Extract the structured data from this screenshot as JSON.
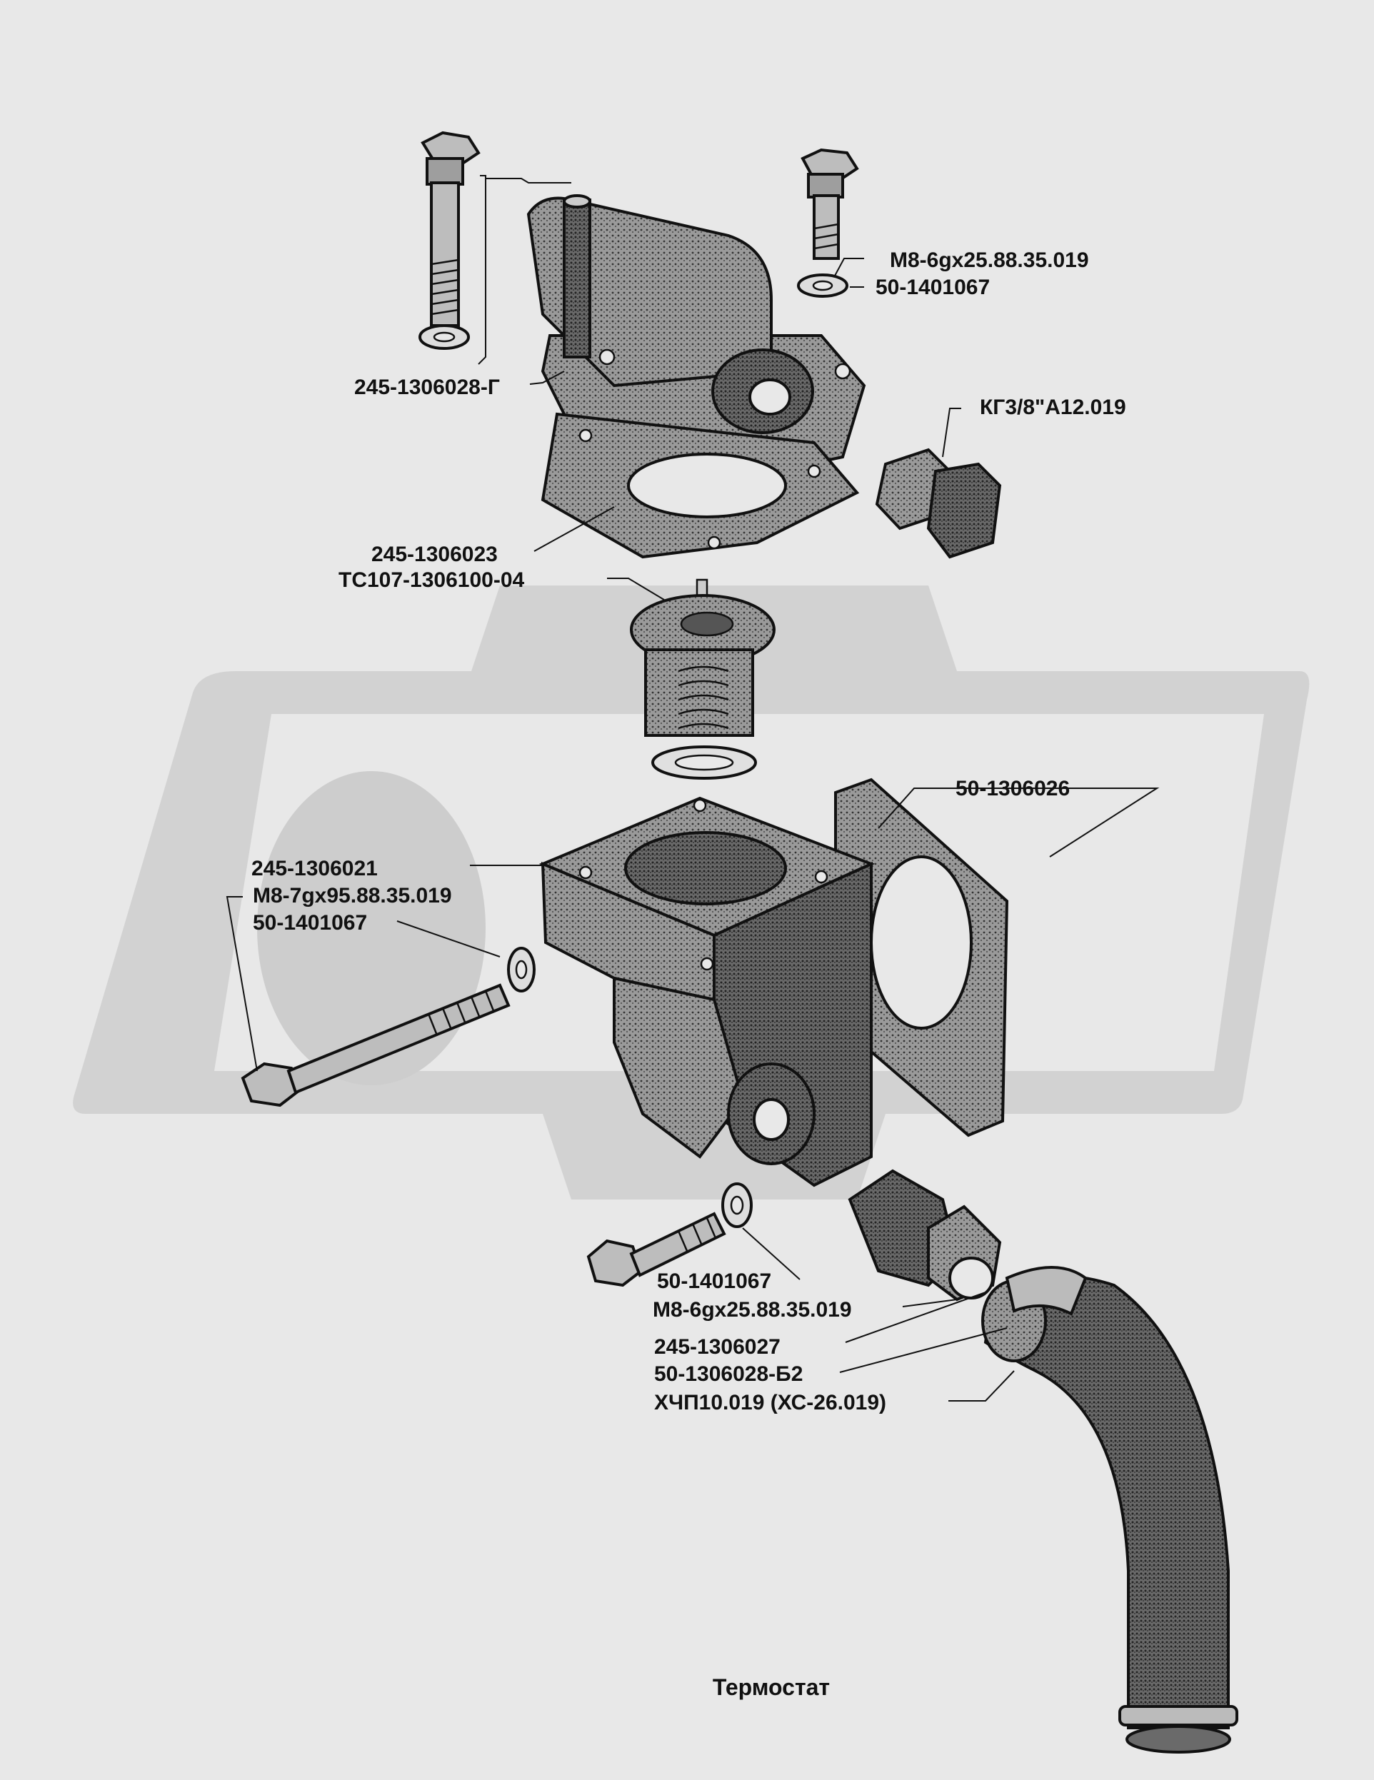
{
  "title": "Термостат",
  "parts": [
    {
      "id": "bolt-top-right",
      "label": "М8-6gx25.88.35.019"
    },
    {
      "id": "washer-top-right",
      "label": "50-1401067"
    },
    {
      "id": "outlet-cover",
      "label": "245-1306028-Г"
    },
    {
      "id": "plug",
      "label": "КГ3/8\"А12.019"
    },
    {
      "id": "cover-gasket",
      "label": "245-1306023"
    },
    {
      "id": "thermostat",
      "label": "ТС107-1306100-04"
    },
    {
      "id": "flange-gasket",
      "label": "50-1306026"
    },
    {
      "id": "thermostat-housing",
      "label": "245-1306021"
    },
    {
      "id": "long-bolt",
      "label": "М8-7gx95.88.35.019"
    },
    {
      "id": "washer-left",
      "label": "50-1401067"
    },
    {
      "id": "washer-bottom",
      "label": "50-1401067"
    },
    {
      "id": "bolt-bottom",
      "label": "М8-6gx25.88.35.019"
    },
    {
      "id": "nipple",
      "label": "245-1306027"
    },
    {
      "id": "hose",
      "label": "50-1306028-Б2"
    },
    {
      "id": "hose-clamp",
      "label": "ХЧП10.019 (ХС-26.019)"
    }
  ],
  "colors": {
    "background": "#e8e8e8",
    "watermark": "#d2d2d2",
    "ink": "#111111",
    "part_fill": "#8a8a8a"
  }
}
